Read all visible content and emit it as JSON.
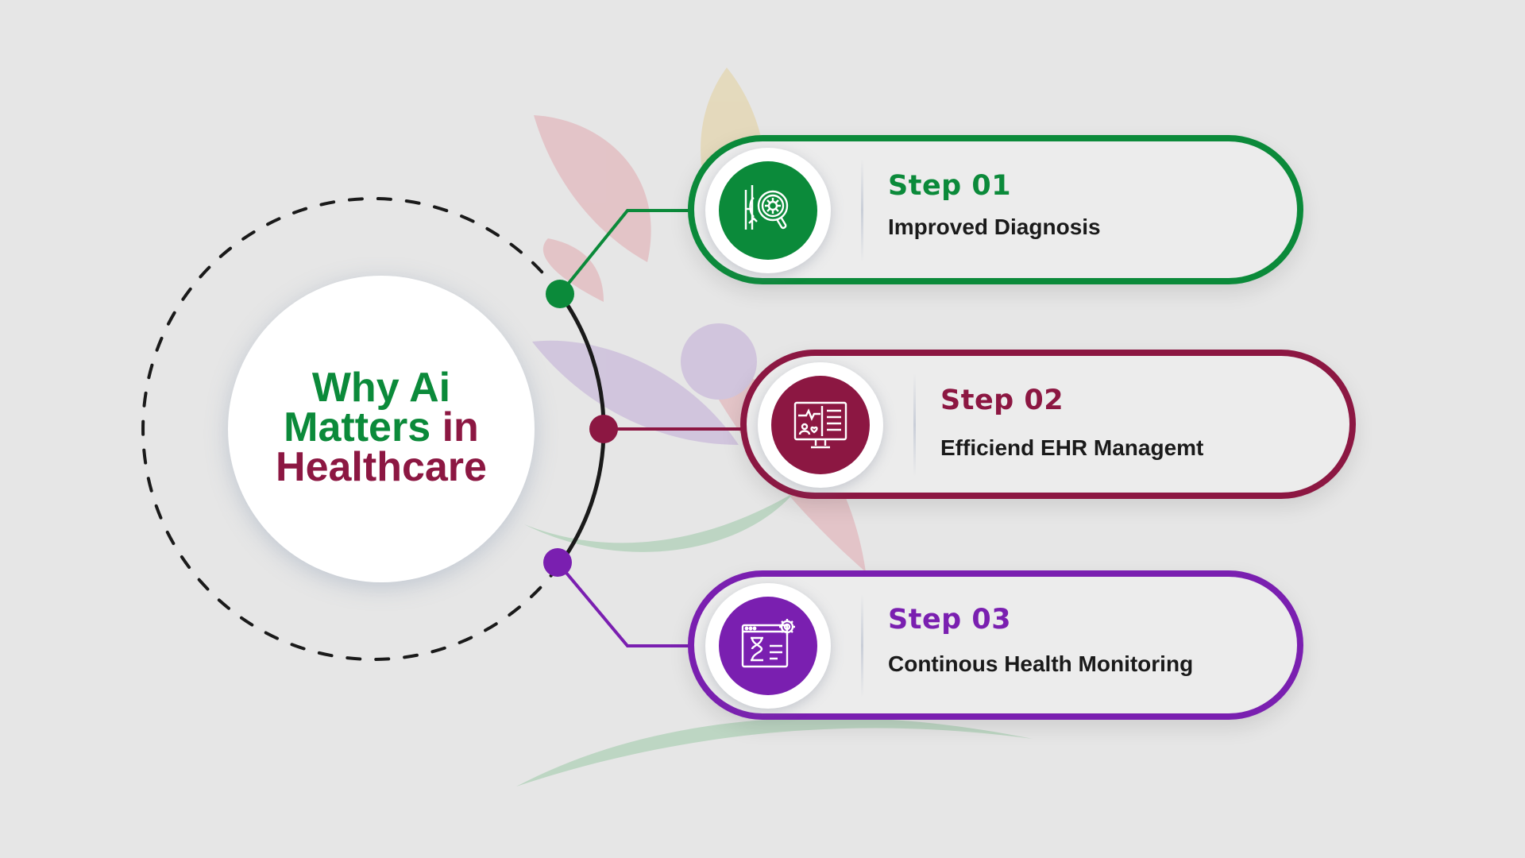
{
  "title": {
    "line1": "Why Ai",
    "line2a": "Matters",
    "line2b": "in",
    "line3": "Healthcare"
  },
  "colors": {
    "green": "#0b8a3a",
    "maroon": "#8c1742",
    "purple": "#7a1fb0",
    "background": "#e6e6e6"
  },
  "steps": [
    {
      "label": "Step 01",
      "title": "Improved Diagnosis",
      "icon": "diagnosis-magnifier-icon",
      "color": "#0b8a3a"
    },
    {
      "label": "Step 02",
      "title": "Efficiend EHR Managemt",
      "icon": "ehr-monitor-icon",
      "color": "#8c1742"
    },
    {
      "label": "Step 03",
      "title": "Continous Health Monitoring",
      "icon": "monitoring-hourglass-icon",
      "color": "#7a1fb0"
    }
  ]
}
